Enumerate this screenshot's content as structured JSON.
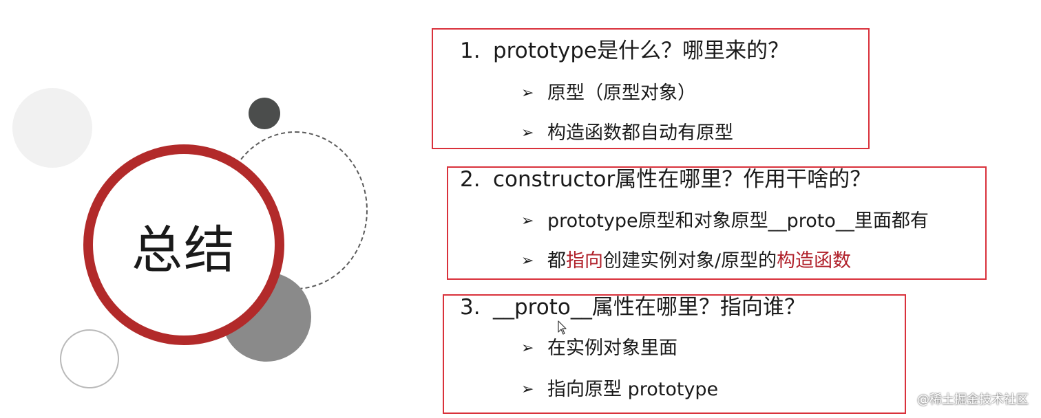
{
  "title_circle": {
    "text": "总结"
  },
  "sections": [
    {
      "number": "1.",
      "heading": "prototype是什么？哪里来的？",
      "bullets": [
        {
          "arrow": "➢",
          "text": "原型（原型对象）"
        },
        {
          "arrow": "➢",
          "text": "构造函数都自动有原型"
        }
      ]
    },
    {
      "number": "2.",
      "heading": "constructor属性在哪里？作用干啥的？",
      "bullets": [
        {
          "arrow": "➢",
          "text": "prototype原型和对象原型__proto__里面都有"
        },
        {
          "arrow": "➢",
          "parts": [
            "都",
            "指向",
            "创建实例对象/原型的",
            "构造函数"
          ]
        }
      ]
    },
    {
      "number": "3.",
      "heading": "__proto__属性在哪里？指向谁？",
      "bullets": [
        {
          "arrow": "➢",
          "text": "在实例对象里面"
        },
        {
          "arrow": "➢",
          "text": "指向原型 prototype"
        }
      ]
    }
  ],
  "watermark": "@稀土掘金技术社区",
  "colors": {
    "accent": "#b22a2a",
    "box_border": "#d9313b",
    "highlight": "#b0202a"
  },
  "icons": [
    "arrow-bullet-icon",
    "mouse-cursor-icon"
  ]
}
